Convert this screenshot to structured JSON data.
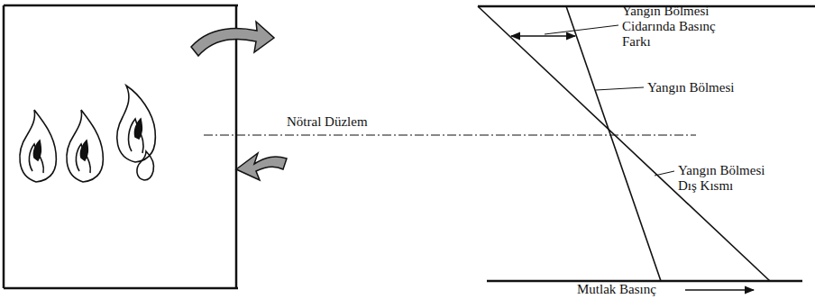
{
  "diagram": {
    "labels": [
      "Yangın Bölmesi Cidarında Basınç Farkı",
      "Yangın Bölmesi",
      "Nötral Düzlem",
      "Yangın Bölmesi Dış Kısmı",
      "Mutlak Basınç"
    ]
  }
}
